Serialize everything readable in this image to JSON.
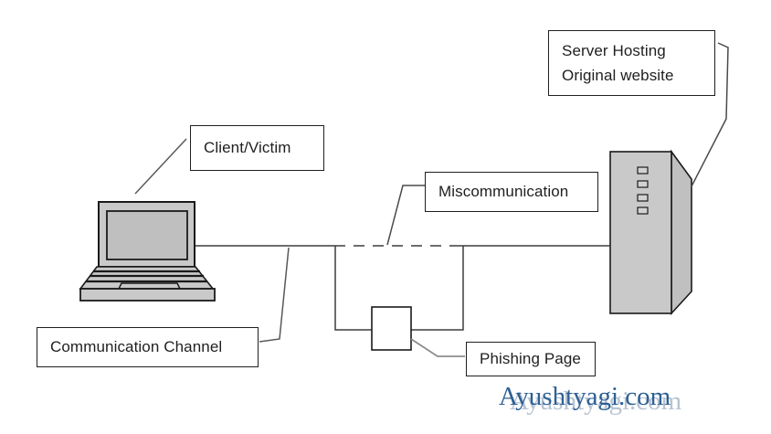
{
  "labels": {
    "client": "Client/Victim",
    "server": [
      "Server Hosting",
      "Original website"
    ],
    "miscommunication": "Miscommunication",
    "channel": "Communication Channel",
    "phishing": "Phishing Page"
  },
  "nodes": {
    "laptop": "client-laptop",
    "server_tower": "server-tower",
    "phishing_square": "phishing-page-node"
  },
  "watermark": {
    "text": "Ayushtyagi.com",
    "color": "#2e6094",
    "echo_color": "#b7c3d1"
  },
  "colors": {
    "background": "#ffffff",
    "shape_fill": "#c9c9c9",
    "shape_fill_dark": "#bfbfbf",
    "side_fill": "#c0c0c0",
    "led_fill": "#d2d2d2",
    "node_fill": "#ffffff",
    "line": "#3d3d3d",
    "leader": "#595959",
    "leader_light": "#8c8c8c",
    "box_border": "#1f1f1f",
    "text": "#1f1f1f"
  }
}
